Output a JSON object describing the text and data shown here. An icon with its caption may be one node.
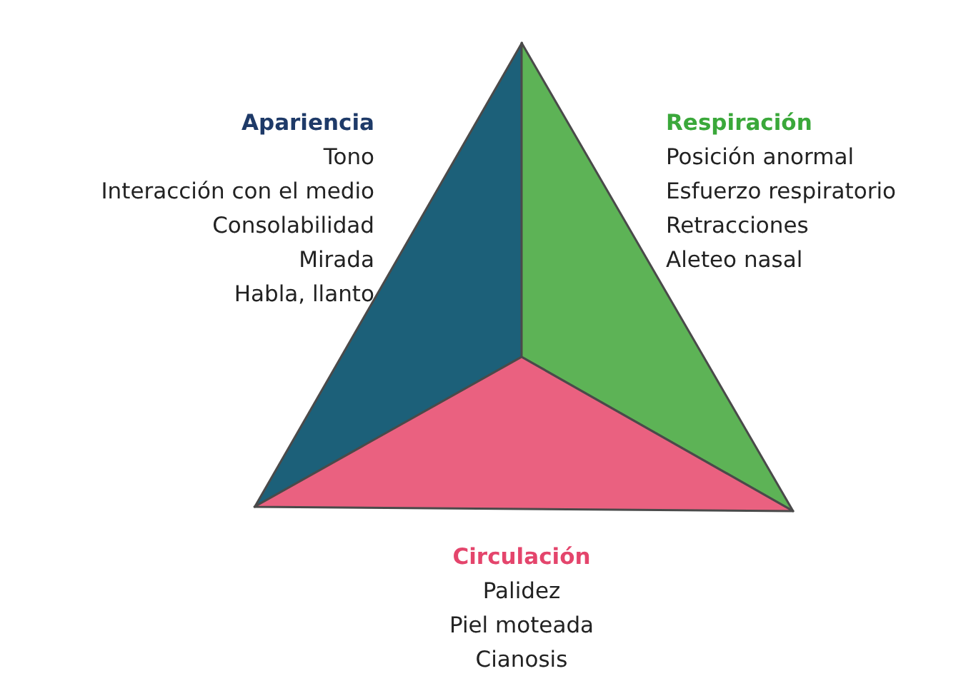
{
  "diagram": {
    "nodes": [
      {
        "text": [
          "Apariencia",
          "Tono",
          "Interacción con el medio",
          "Consolabilidad",
          "Mirada",
          "Habla, llanto"
        ]
      },
      {
        "text": [
          "Respiración",
          "Posición anormal",
          "Esfuerzo respiratorio",
          "Retracciones",
          "Aleteo nasal"
        ]
      },
      {
        "text": [
          "Circulación",
          "Palidez",
          "Piel moteada",
          "Cianosis"
        ]
      }
    ]
  }
}
